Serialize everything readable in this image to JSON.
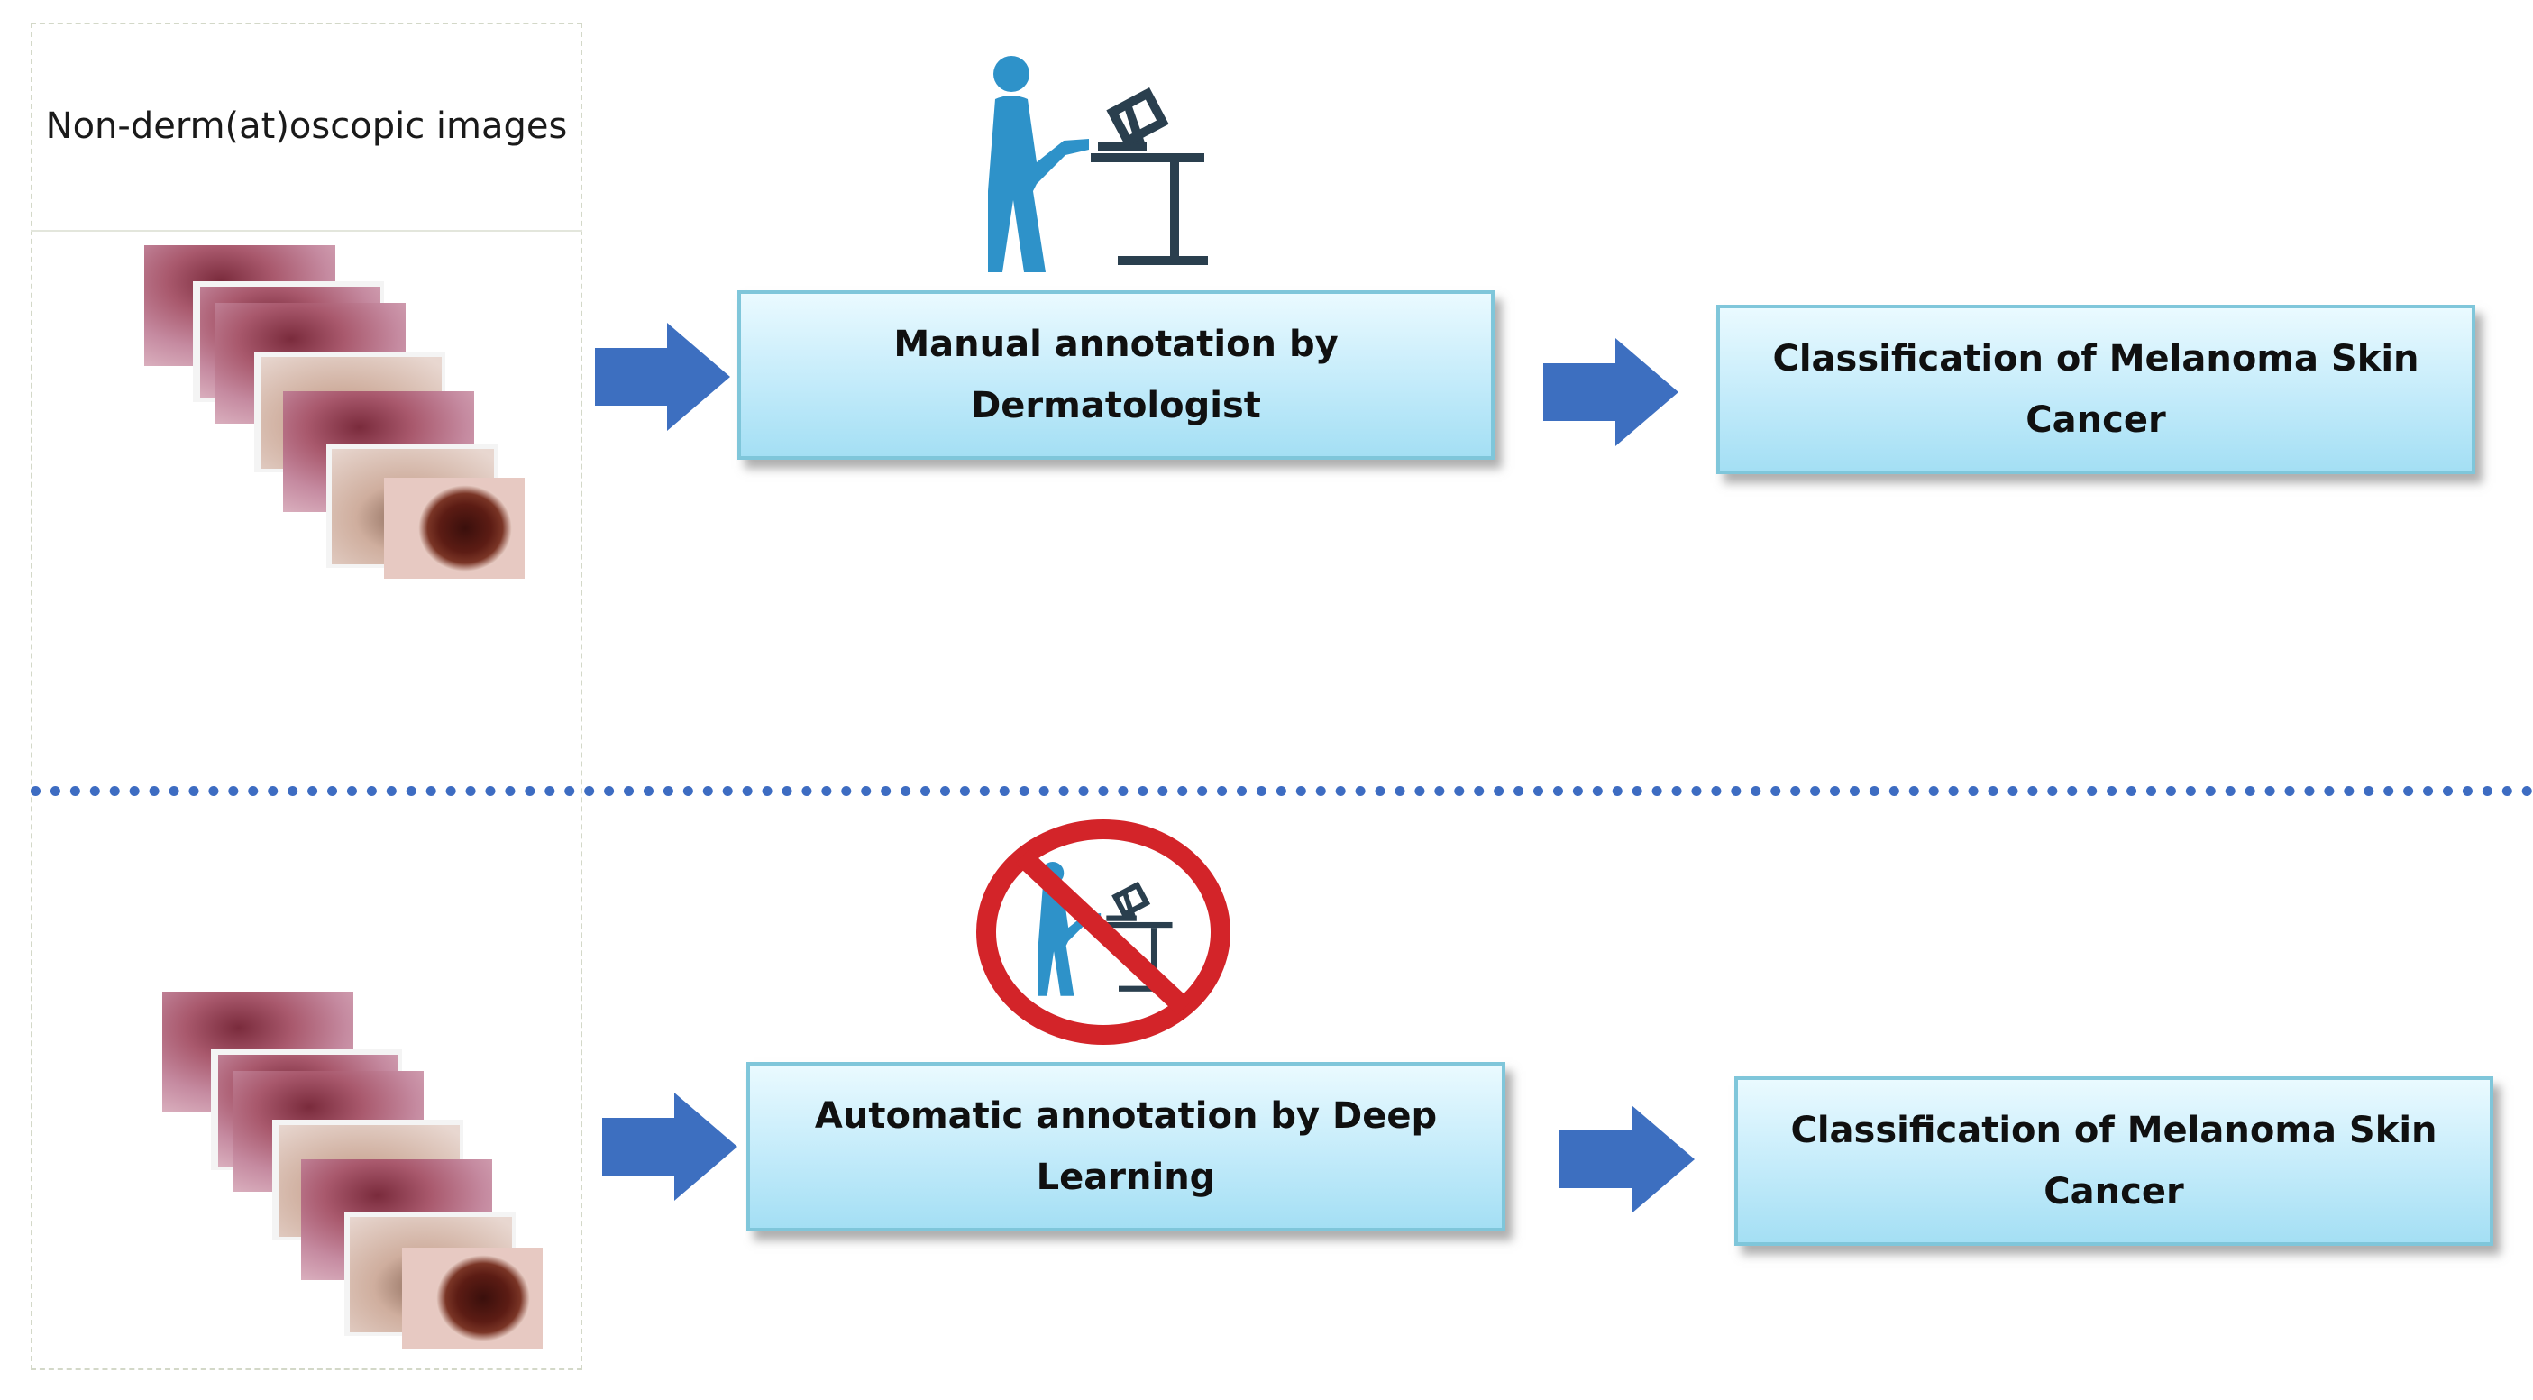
{
  "column": {
    "header": "Non-derm(at)oscopic images"
  },
  "top_flow": {
    "annotation_label": "Manual annotation by Dermatologist",
    "classification_label": "Classification of Melanoma Skin Cancer"
  },
  "bottom_flow": {
    "annotation_label": "Automatic annotation by Deep Learning",
    "classification_label": "Classification of Melanoma Skin Cancer"
  },
  "colors": {
    "arrow": "#3d6fc0",
    "divider": "#3d6cc2",
    "person_icon": "#2e92c9",
    "desk_icon": "#2a3f4e",
    "prohibition": "#d32429"
  }
}
